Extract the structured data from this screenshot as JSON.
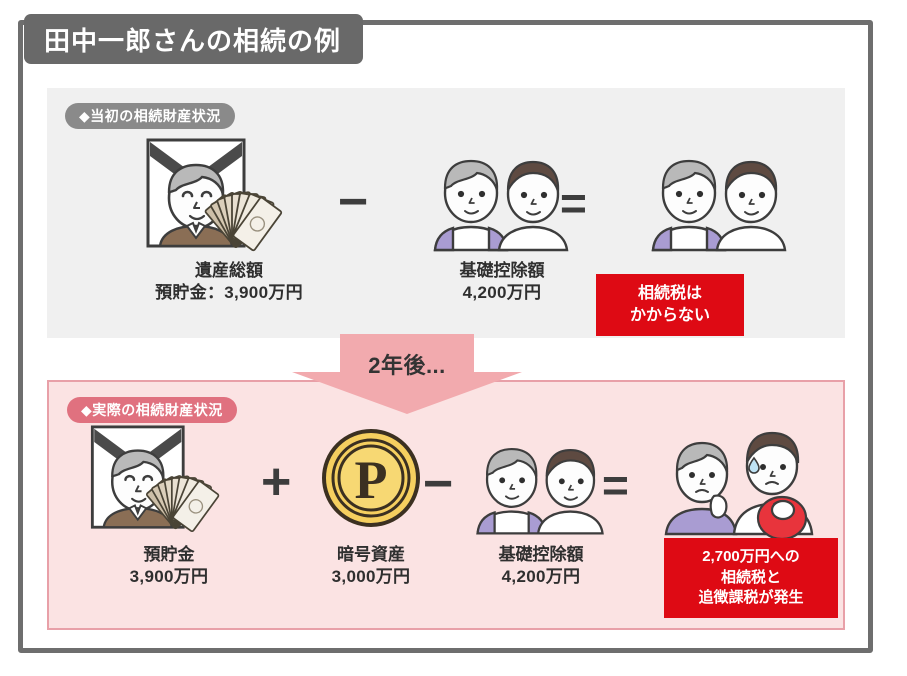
{
  "title": {
    "text": "田中一郎さんの相続の例"
  },
  "colors": {
    "frame_border": "#6e6e6e",
    "title_banner": "#696969",
    "panel_initial_bg": "#f0f0f0",
    "panel_actual_bg": "#fbe3e3",
    "panel_actual_border": "#e8a0a8",
    "pill_gray": "#8a8a8a",
    "pill_red": "#e0717f",
    "result_red": "#de0a14",
    "arrow_pink": "#f2aaae",
    "coin_gold": "#f5cf5f"
  },
  "sections": {
    "initial": {
      "pill_label": "◆当初の相続財産状況",
      "items": [
        {
          "art": "memorial-portrait-with-cash",
          "label_line1": "遺産総額",
          "label_line2": "預貯金：3,900万円"
        },
        {
          "art": "two-heirs",
          "label_line1": "基礎控除額",
          "label_line2": "4,200万円"
        },
        {
          "art": "two-heirs-calm",
          "label_line1": "",
          "label_line2": ""
        }
      ],
      "operators": {
        "minus": "−",
        "equals": "="
      },
      "result": {
        "line1": "相続税は",
        "line2": "かからない"
      }
    },
    "transition": {
      "arrow_label": "2年後..."
    },
    "actual": {
      "pill_label": "◆実際の相続財産状況",
      "items": [
        {
          "art": "memorial-portrait-with-cash",
          "label_line1": "預貯金",
          "label_line2": "3,900万円"
        },
        {
          "art": "crypto-coin",
          "label_line1": "暗号資産",
          "label_line2": "3,000万円"
        },
        {
          "art": "two-heirs",
          "label_line1": "基礎控除額",
          "label_line2": "4,200万円"
        },
        {
          "art": "two-heirs-worried",
          "label_line1": "",
          "label_line2": ""
        }
      ],
      "operators": {
        "plus": "+",
        "minus": "−",
        "equals": "="
      },
      "result": {
        "line1": "2,700万円への",
        "line2": "相続税と",
        "line3": "追徴課税が発生"
      }
    }
  }
}
